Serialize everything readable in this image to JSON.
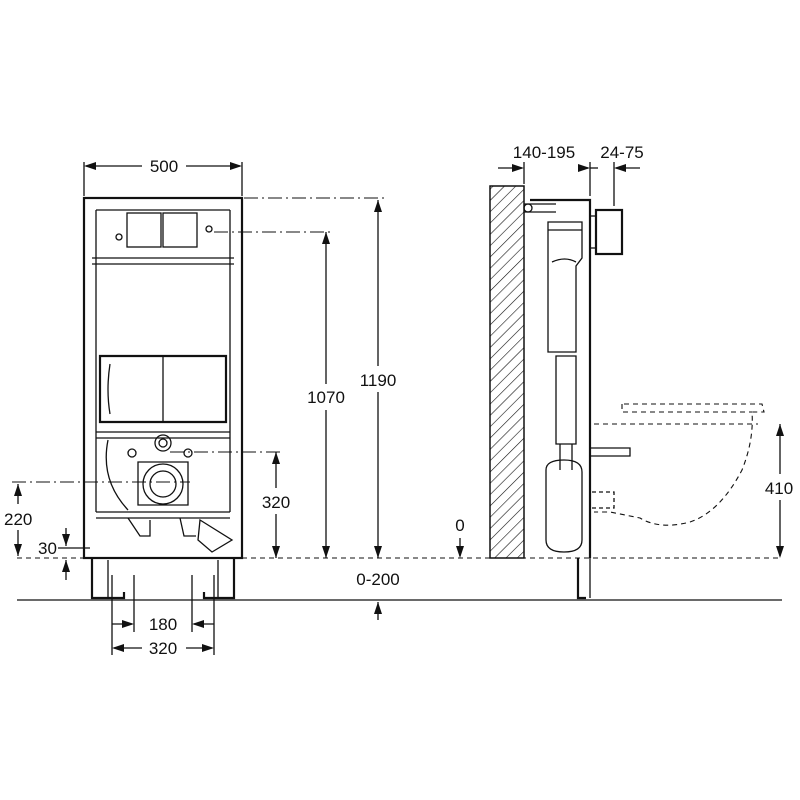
{
  "front_view": {
    "width_label": "500",
    "height_1070_label": "1070",
    "height_1190_label": "1190",
    "height_320_label": "320",
    "height_220_label": "220",
    "offset_30_label": "30",
    "spacing_180_label": "180",
    "spacing_320_label": "320"
  },
  "side_view": {
    "wall_depth_label": "140-195",
    "plate_depth_label": "24-75",
    "zero_label": "0",
    "floor_adjust_label": "0-200",
    "bowl_height_label": "410"
  }
}
